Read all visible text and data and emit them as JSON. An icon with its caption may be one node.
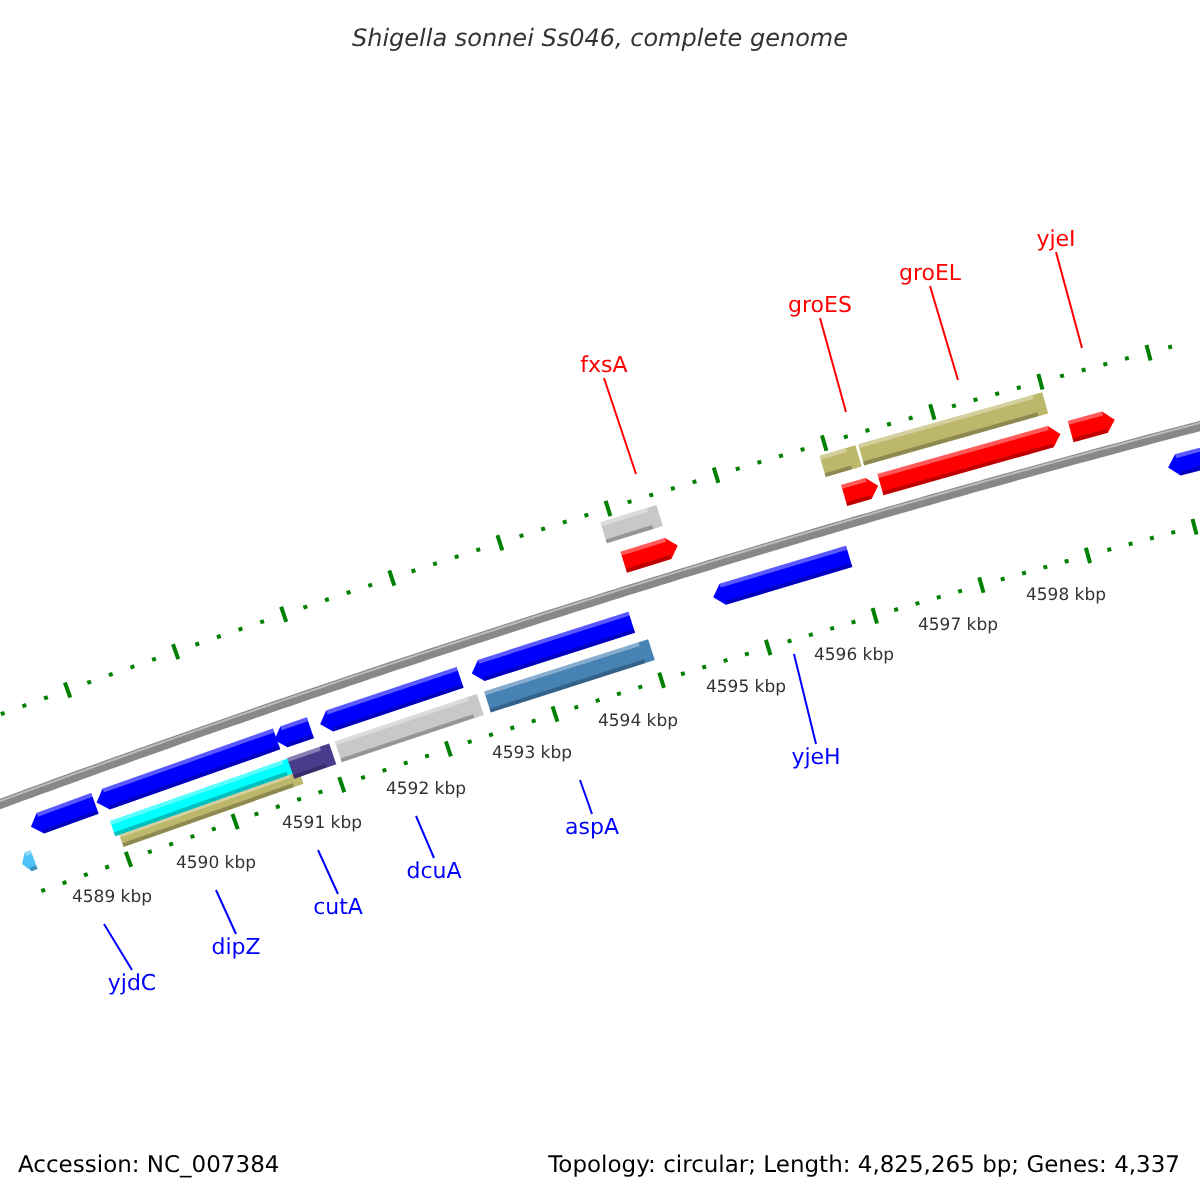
{
  "diagram": {
    "title": "Shigella sonnei Ss046, complete genome",
    "nodes": [
      {
        "text": [
          "fxsA"
        ]
      },
      {
        "text": [
          "groES"
        ]
      },
      {
        "text": [
          "groEL"
        ]
      },
      {
        "text": [
          "yjeI"
        ]
      },
      {
        "text": [
          "yjdC"
        ]
      },
      {
        "text": [
          "dipZ"
        ]
      },
      {
        "text": [
          "cutA"
        ]
      },
      {
        "text": [
          "dcuA"
        ]
      },
      {
        "text": [
          "aspA"
        ]
      },
      {
        "text": [
          "yjeH"
        ]
      }
    ],
    "edges": [
      {
        "from": 0,
        "to": null,
        "arrow": "none",
        "color": "#ff0000"
      },
      {
        "from": 1,
        "to": null,
        "arrow": "none",
        "color": "#ff0000"
      },
      {
        "from": 2,
        "to": null,
        "arrow": "none",
        "color": "#ff0000"
      },
      {
        "from": 3,
        "to": null,
        "arrow": "none",
        "color": "#ff0000"
      },
      {
        "from": 4,
        "to": null,
        "arrow": "none"
      },
      {
        "from": 5,
        "to": null,
        "arrow": "none"
      },
      {
        "from": 6,
        "to": null,
        "arrow": "none"
      },
      {
        "from": 7,
        "to": null,
        "arrow": "none"
      },
      {
        "from": 8,
        "to": null,
        "arrow": "none"
      },
      {
        "from": 9,
        "to": null,
        "arrow": "none"
      }
    ],
    "labels": [
      "4589 kbp",
      "4590 kbp",
      "4591 kbp",
      "4592 kbp",
      "4593 kbp",
      "4594 kbp",
      "4595 kbp",
      "4596 kbp",
      "4597 kbp",
      "4598 kbp",
      "Accession: NC_007384",
      "Topology: circular; Length: 4,825,265 bp; Genes: 4,337"
    ]
  }
}
